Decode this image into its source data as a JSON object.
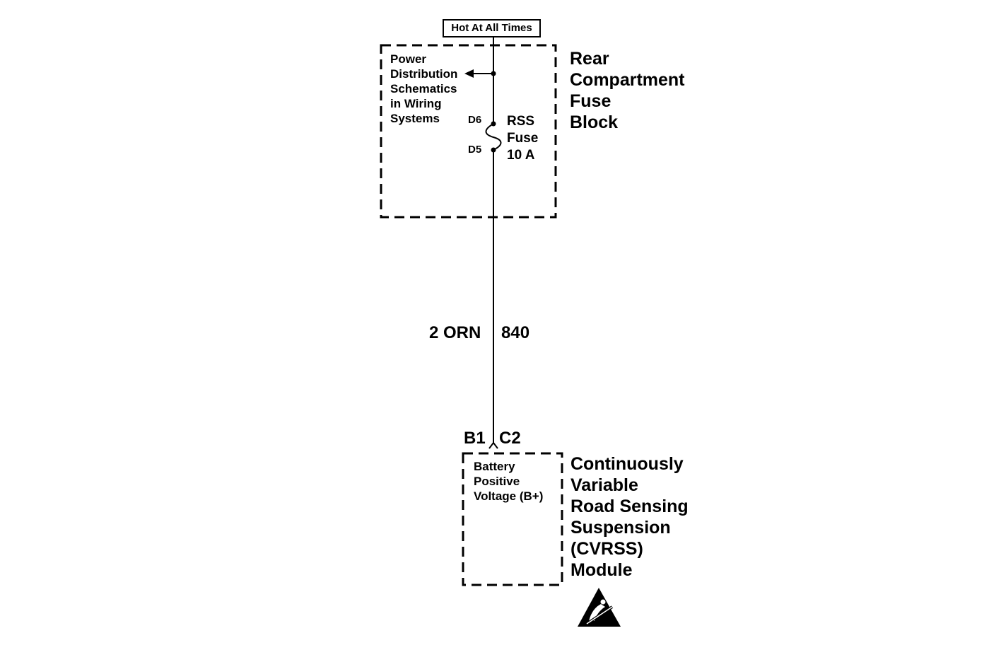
{
  "power_source": {
    "label": "Hot At All Times"
  },
  "fuse_block": {
    "title_lines": [
      "Rear",
      "Compartment",
      "Fuse",
      "Block"
    ],
    "reference_lines": [
      "Power",
      "Distribution",
      "Schematics",
      "in Wiring",
      "Systems"
    ],
    "fuse": {
      "lines": [
        "RSS",
        "Fuse",
        "10 A"
      ],
      "terminal_in": "D6",
      "terminal_out": "D5"
    }
  },
  "wire": {
    "size_color": "2 ORN",
    "circuit": "840"
  },
  "connector": {
    "cavity": "B1",
    "connector": "C2"
  },
  "module": {
    "title_lines": [
      "Continuously",
      "Variable",
      "Road Sensing",
      "Suspension",
      "(CVRSS)",
      "Module"
    ],
    "pin_lines": [
      "Battery",
      "Positive",
      "Voltage (B+)"
    ]
  },
  "icons": {
    "esd": "esd-sensitive-warning-icon"
  },
  "colors": {
    "line": "#000000",
    "background": "#ffffff"
  }
}
